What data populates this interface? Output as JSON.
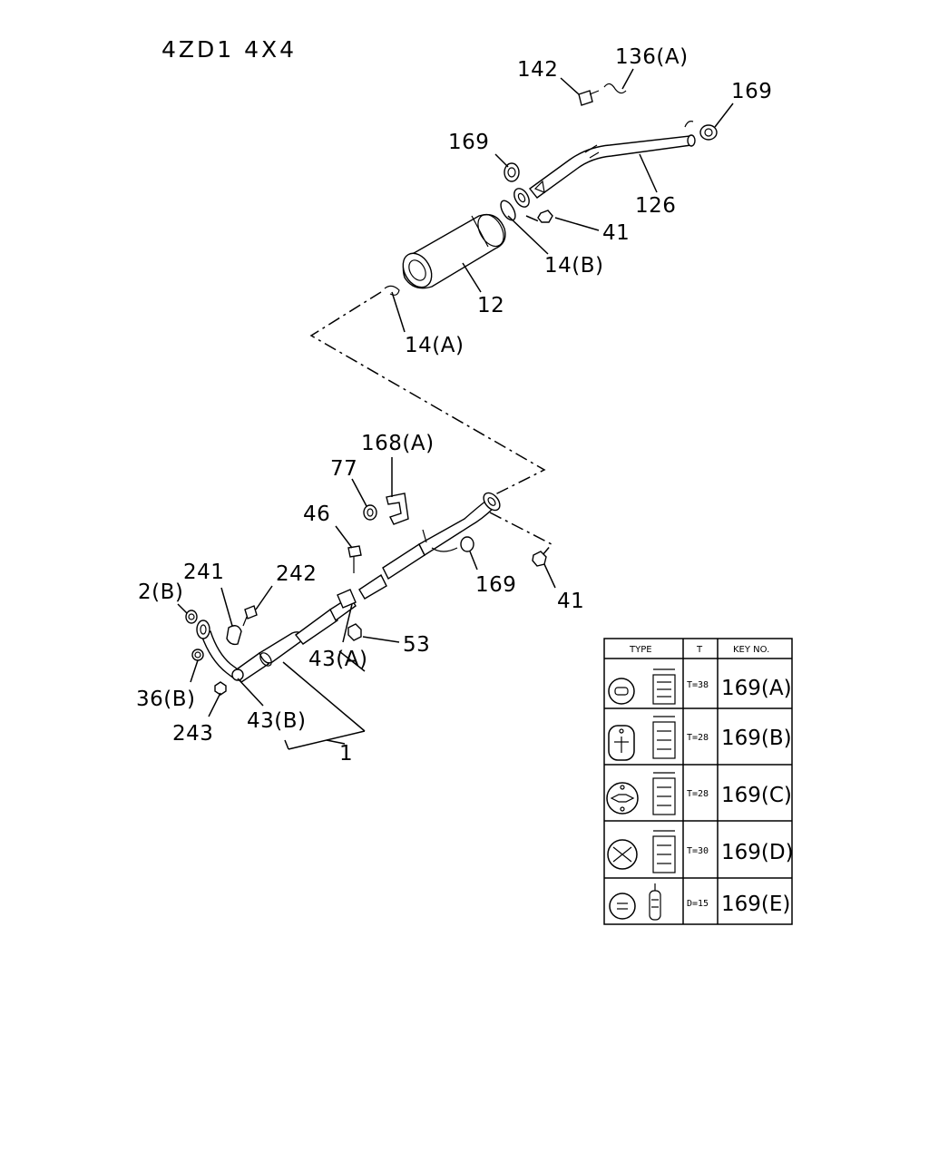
{
  "title": "4ZD1  4X4",
  "callouts": [
    {
      "id": "c142",
      "text": "142"
    },
    {
      "id": "c136a",
      "text": "136(A)"
    },
    {
      "id": "c169top",
      "text": "169"
    },
    {
      "id": "c169b",
      "text": "169"
    },
    {
      "id": "c126",
      "text": "126"
    },
    {
      "id": "c41top",
      "text": "41"
    },
    {
      "id": "c14b",
      "text": "14(B)"
    },
    {
      "id": "c12",
      "text": "12"
    },
    {
      "id": "c14a",
      "text": "14(A)"
    },
    {
      "id": "c168a",
      "text": "168(A)"
    },
    {
      "id": "c77",
      "text": "77"
    },
    {
      "id": "c46",
      "text": "46"
    },
    {
      "id": "c241",
      "text": "241"
    },
    {
      "id": "c242",
      "text": "242"
    },
    {
      "id": "c2b",
      "text": "2(B)"
    },
    {
      "id": "c169mid",
      "text": "169"
    },
    {
      "id": "c41mid",
      "text": "41"
    },
    {
      "id": "c53",
      "text": "53"
    },
    {
      "id": "c43a",
      "text": "43(A)"
    },
    {
      "id": "c36b",
      "text": "36(B)"
    },
    {
      "id": "c43b",
      "text": "43(B)"
    },
    {
      "id": "c243",
      "text": "243"
    },
    {
      "id": "c1",
      "text": "1"
    }
  ],
  "table": {
    "headers": {
      "type": "TYPE",
      "t": "T",
      "key": "KEY NO."
    },
    "rows": [
      {
        "t": "T=38",
        "key": "169(A)"
      },
      {
        "t": "T=28",
        "key": "169(B)"
      },
      {
        "t": "T=28",
        "key": "169(C)"
      },
      {
        "t": "T=30",
        "key": "169(D)"
      },
      {
        "t": "D=15",
        "key": "169(E)"
      }
    ]
  }
}
